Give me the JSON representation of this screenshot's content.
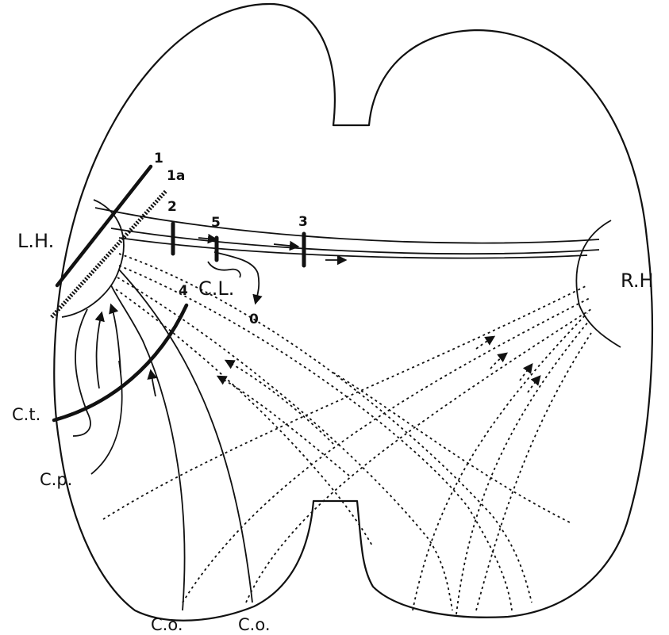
{
  "labels": {
    "left_hemisphere": "L.H.",
    "right_hemisphere": "R.H",
    "cut_1": "1",
    "cut_1a": "1a",
    "cut_2": "2",
    "cut_5": "5",
    "cut_3": "3",
    "cut_4": "4",
    "cl_label": "C.L.",
    "zero": "0",
    "ct_label": "C.t.",
    "cp_label": "C.p.",
    "co_left": "C.o.",
    "co_right": "C.o."
  }
}
